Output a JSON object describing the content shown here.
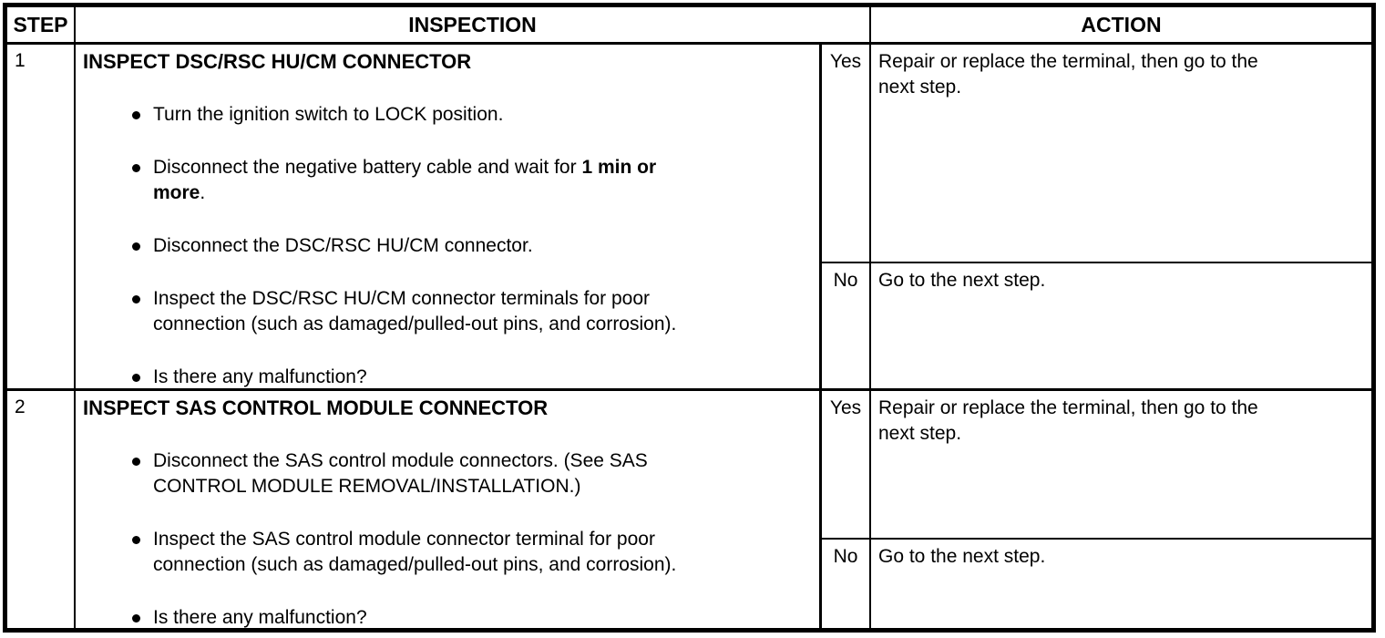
{
  "table": {
    "headers": {
      "step": "STEP",
      "inspection": "INSPECTION",
      "action": "ACTION"
    },
    "steps": [
      {
        "number": "1",
        "title": "INSPECT DSC/RSC HU/CM CONNECTOR",
        "bullets": [
          {
            "lines": [
              [
                {
                  "t": "Turn the ignition switch to LOCK position."
                }
              ]
            ]
          },
          {
            "lines": [
              [
                {
                  "t": "Disconnect the negative battery cable and wait for "
                },
                {
                  "t": "1 min or",
                  "b": true
                }
              ],
              [
                {
                  "t": "more",
                  "b": true
                },
                {
                  "t": "."
                }
              ]
            ]
          },
          {
            "lines": [
              [
                {
                  "t": "Disconnect the DSC/RSC HU/CM connector."
                }
              ]
            ]
          },
          {
            "lines": [
              [
                {
                  "t": "Inspect the DSC/RSC HU/CM connector terminals for poor"
                }
              ],
              [
                {
                  "t": "connection (such as damaged/pulled-out pins, and corrosion)."
                }
              ]
            ]
          },
          {
            "lines": [
              [
                {
                  "t": "Is there any malfunction?"
                }
              ]
            ]
          }
        ],
        "actions": [
          {
            "label": "Yes",
            "lines": [
              "Repair or replace the terminal, then go to the",
              "next step."
            ]
          },
          {
            "label": "No",
            "lines": [
              "Go to the next step."
            ]
          }
        ]
      },
      {
        "number": "2",
        "title": "INSPECT SAS CONTROL MODULE CONNECTOR",
        "bullets": [
          {
            "lines": [
              [
                {
                  "t": "Disconnect the SAS control module connectors. (See SAS"
                }
              ],
              [
                {
                  "t": "CONTROL MODULE REMOVAL/INSTALLATION.)"
                }
              ]
            ]
          },
          {
            "lines": [
              [
                {
                  "t": "Inspect the SAS control module connector terminal for poor"
                }
              ],
              [
                {
                  "t": "connection (such as damaged/pulled-out pins, and corrosion)."
                }
              ]
            ]
          },
          {
            "lines": [
              [
                {
                  "t": "Is there any malfunction?"
                }
              ]
            ]
          }
        ],
        "actions": [
          {
            "label": "Yes",
            "lines": [
              "Repair or replace the terminal, then go to the",
              "next step."
            ]
          },
          {
            "label": "No",
            "lines": [
              "Go to the next step."
            ]
          }
        ]
      }
    ],
    "colors": {
      "border": "#000000",
      "text": "#000000",
      "background": "#ffffff"
    }
  }
}
